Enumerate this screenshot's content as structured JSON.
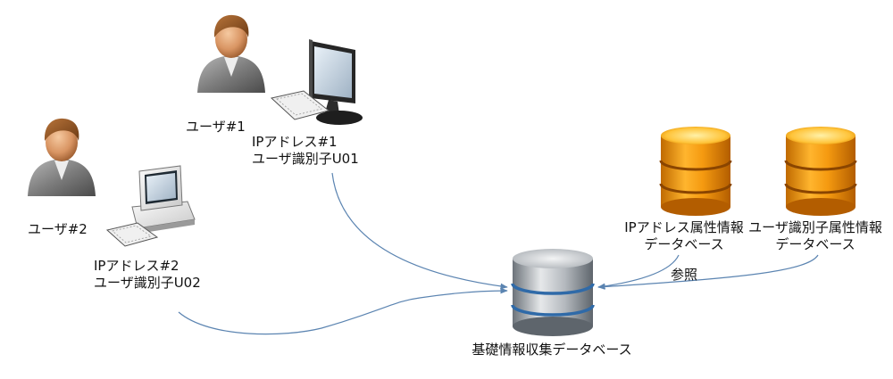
{
  "users": [
    {
      "label": "ユーザ#1",
      "ip": "IPアドレス#1",
      "identifier": "ユーザ識別子U01"
    },
    {
      "label": "ユーザ#2",
      "ip": "IPアドレス#2",
      "identifier": "ユーザ識別子U02"
    }
  ],
  "databases": {
    "ip_attr": {
      "line1": "IPアドレス属性情報",
      "line2": "データベース"
    },
    "user_attr": {
      "line1": "ユーザ識別子属性情報",
      "line2": "データベース"
    },
    "collection": {
      "label": "基礎情報収集データベース"
    }
  },
  "edges": {
    "reference_label": "参照"
  },
  "colors": {
    "connector": "#5b84b1",
    "gold": "#f2a80c",
    "steel": "#9aa1a8",
    "stripe": "#3f78b5"
  }
}
